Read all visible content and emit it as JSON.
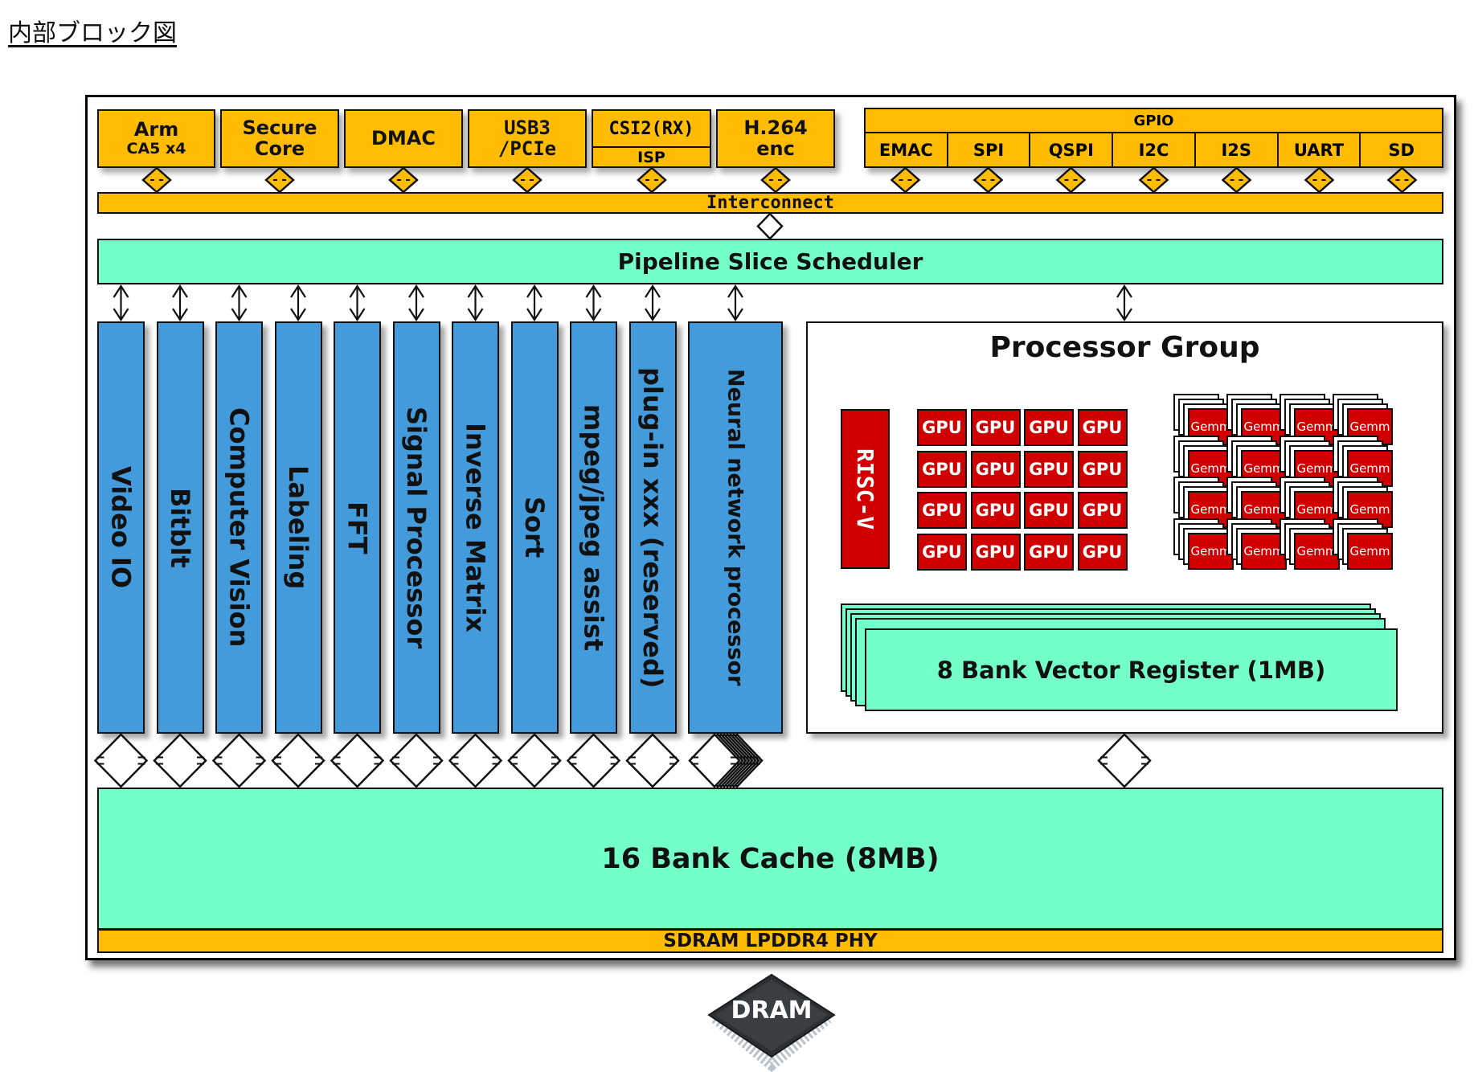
{
  "page": {
    "title": "内部ブロック図"
  },
  "top_blocks": [
    {
      "id": "arm",
      "line1": "Arm",
      "line2": "CA5 x4"
    },
    {
      "id": "secure-core",
      "line1": "Secure",
      "line2": "Core"
    },
    {
      "id": "dmac",
      "line1": "DMAC",
      "line2": ""
    },
    {
      "id": "usb3-pcie",
      "line1": "USB3",
      "line2": "/PCIe"
    },
    {
      "id": "csi2",
      "line1": "CSI2(RX)",
      "line2": "ISP"
    },
    {
      "id": "h264",
      "line1": "H.264",
      "line2": "enc"
    }
  ],
  "gpio": {
    "header": "GPIO",
    "cells": [
      "EMAC",
      "SPI",
      "QSPI",
      "I2C",
      "I2S",
      "UART",
      "SD"
    ]
  },
  "interconnect": {
    "label": "Interconnect"
  },
  "scheduler": {
    "label": "Pipeline Slice Scheduler"
  },
  "accelerators": [
    "Video IO",
    "Bitblt",
    "Computer Vision",
    "Labeling",
    "FFT",
    "Signal Processor",
    "Inverse Matrix",
    "Sort",
    "mpeg/jpeg assist",
    "plug-in xxx (reserved)",
    "Neural network processor"
  ],
  "processor_group": {
    "title": "Processor Group",
    "riscv": "RISC-V",
    "gpu_label": "GPU",
    "gpu_grid": {
      "rows": 4,
      "cols": 4
    },
    "gemm_label": "Gemm",
    "gemm_grid": {
      "rows": 4,
      "cols": 4
    },
    "vector_register": "8 Bank Vector Register (1MB)"
  },
  "cache": {
    "label": "16 Bank Cache (8MB)"
  },
  "phy": {
    "label": "SDRAM LPDDR4 PHY"
  },
  "dram": {
    "label": "DRAM"
  },
  "colors": {
    "peripheral": "#FFBC00",
    "memory": "#74FFC8",
    "accelerator": "#439BDB",
    "processor": "#D00000"
  }
}
